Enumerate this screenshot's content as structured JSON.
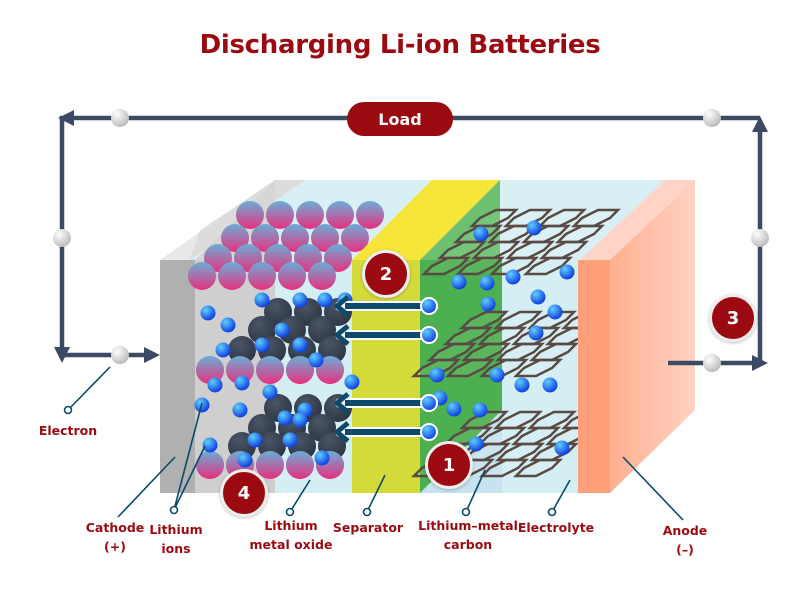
{
  "title": "Discharging Li-ion Batteries",
  "circuit": {
    "load_label": "Load",
    "electron_label": "Electron",
    "wire_color": "#3d4a63"
  },
  "steps": [
    {
      "number": "1",
      "near": "lithium-metal-carbon"
    },
    {
      "number": "2",
      "near": "separator-arrows"
    },
    {
      "number": "3",
      "near": "anode-wire"
    },
    {
      "number": "4",
      "near": "lithium-metal-oxide"
    }
  ],
  "labels": {
    "cathode": "Cathode\n(+)",
    "lithium_ions": "Lithium\nions",
    "lithium_metal_oxide": "Lithium\nmetal oxide",
    "separator": "Separator",
    "lithium_metal_carbon": "Lithium–metal\ncarbon",
    "electrolyte": "Electrolyte",
    "anode": "Anode\n(–)"
  },
  "colors": {
    "accent": "#9b0a10",
    "cathode": "#b0b0b0",
    "electrolyte": "#d4eef3",
    "separator": "#d4da3a",
    "separator_top": "#f7e53a",
    "carbon_green": "#4caf50",
    "anode": "#ffa07a",
    "ion": "#1e90ff",
    "leader_line": "#0b4a6b"
  }
}
